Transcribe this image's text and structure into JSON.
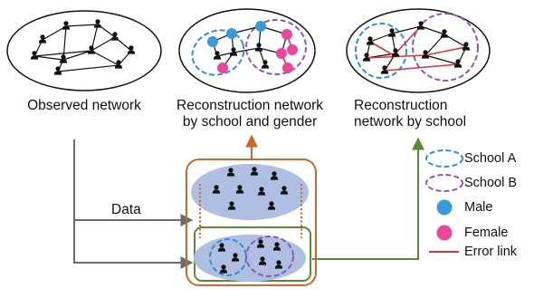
{
  "labels": {
    "observed": "Observed network",
    "recon_school_gender_line1": "Reconstruction network",
    "recon_school_gender_line2": "by school and gender",
    "recon_school_line1": "Reconstruction",
    "recon_school_line2": "network by school",
    "data": "Data"
  },
  "legend": {
    "school_a": "School A",
    "school_b": "School B",
    "male": "Male",
    "female": "Female",
    "error_link": "Error link"
  },
  "colors": {
    "school_a": "#2f8fd0",
    "school_b": "#8a5aae",
    "male": "#3a9ad9",
    "female": "#e8479a",
    "error_link": "#e0303a",
    "box_outer": "#c8692a",
    "box_inner": "#5b8a34",
    "blob": "#aebfe2",
    "arrow_gray": "#6b6b6b"
  },
  "icons": {
    "person": "person-icon",
    "male_symbol": "male-symbol-icon",
    "female_symbol": "female-symbol-icon"
  }
}
